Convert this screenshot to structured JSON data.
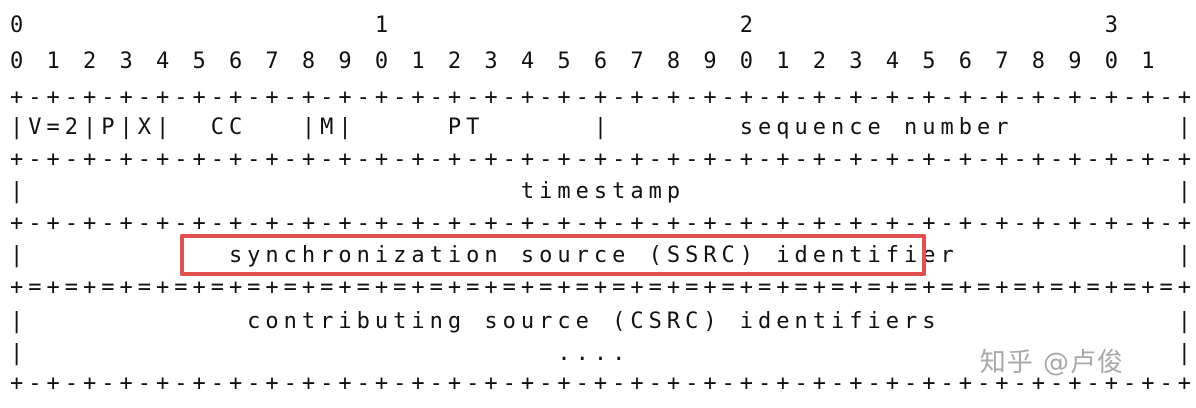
{
  "diagram": {
    "lines": [
      "0                   1                   2                   3",
      "0 1 2 3 4 5 6 7 8 9 0 1 2 3 4 5 6 7 8 9 0 1 2 3 4 5 6 7 8 9 0 1",
      "+-+-+-+-+-+-+-+-+-+-+-+-+-+-+-+-+-+-+-+-+-+-+-+-+-+-+-+-+-+-+-+-+",
      "|V=2|P|X|  CC   |M|     PT      |       sequence number         |",
      "+-+-+-+-+-+-+-+-+-+-+-+-+-+-+-+-+-+-+-+-+-+-+-+-+-+-+-+-+-+-+-+-+",
      "|                           timestamp                           |",
      "+-+-+-+-+-+-+-+-+-+-+-+-+-+-+-+-+-+-+-+-+-+-+-+-+-+-+-+-+-+-+-+-+",
      "|           synchronization source (SSRC) identifier            |",
      "+=+=+=+=+=+=+=+=+=+=+=+=+=+=+=+=+=+=+=+=+=+=+=+=+=+=+=+=+=+=+=+=+",
      "|            contributing source (CSRC) identifiers             |",
      "|                             ....                              |",
      "+-+-+-+-+-+-+-+-+-+-+-+-+-+-+-+-+-+-+-+-+-+-+-+-+-+-+-+-+-+-+-+-+"
    ],
    "highlight_color": "#e2504f"
  },
  "watermark": {
    "text": "知乎 @卢俊"
  }
}
